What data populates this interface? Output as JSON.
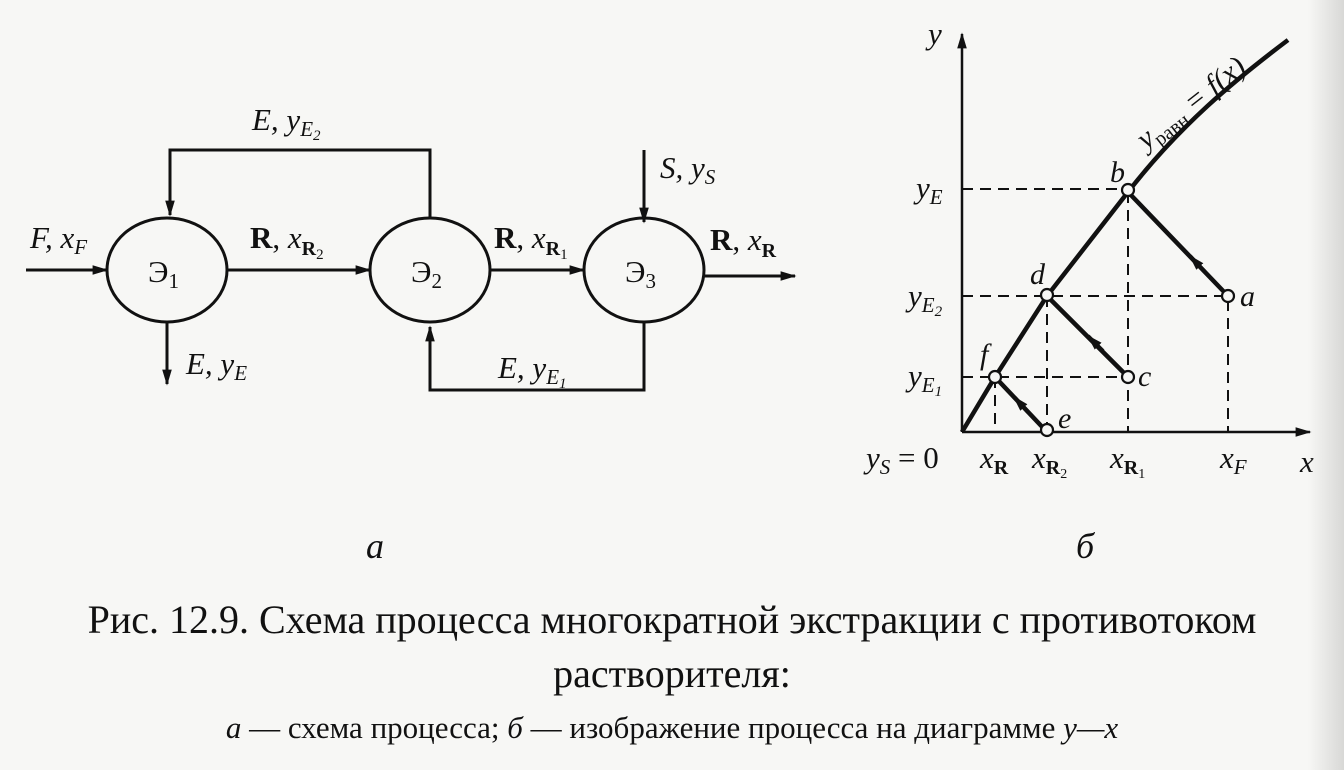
{
  "figure_a": {
    "stages": [
      "Э1",
      "Э2",
      "Э3"
    ],
    "feed": {
      "symbol": "F",
      "composition": "x_F"
    },
    "solvent": {
      "symbol": "S",
      "composition": "y_S"
    },
    "extract_out": {
      "symbol": "E",
      "composition": "y_E"
    },
    "extract_2": {
      "symbol": "E",
      "composition": "y_E2"
    },
    "extract_1": {
      "symbol": "E",
      "composition": "y_E1"
    },
    "raffinate_12": {
      "symbol": "R",
      "composition": "x_R2"
    },
    "raffinate_23": {
      "symbol": "R",
      "composition": "x_R1"
    },
    "raffinate_out": {
      "symbol": "R",
      "composition": "x_R"
    },
    "label": "а"
  },
  "figure_b": {
    "y_axis": "y",
    "x_axis": "x",
    "curve_label": "y_равн = f(x)",
    "y_ticks": [
      "y_E",
      "y_E2",
      "y_E1"
    ],
    "origin_label": "y_S = 0",
    "x_ticks": [
      "x_R",
      "x_R2",
      "x_R1",
      "x_F"
    ],
    "points": [
      "a",
      "b",
      "c",
      "d",
      "e",
      "f"
    ],
    "label": "б"
  },
  "caption": {
    "line1": "Рис. 12.9. Схема процесса многократной экстракции с противотоком",
    "line2": "растворителя:",
    "sub_a": "а",
    "sub_a_text": " — схема процесса; ",
    "sub_b": "б",
    "sub_b_text": " — изображение процесса на диаграмме ",
    "sub_axes": "y—x"
  }
}
